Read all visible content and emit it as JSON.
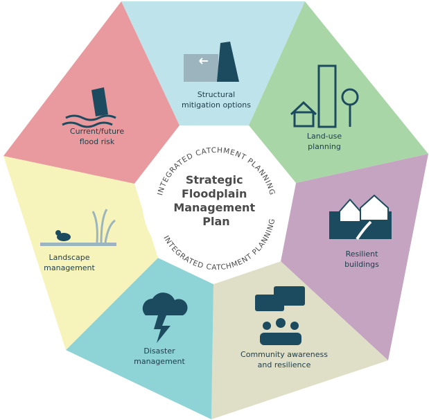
{
  "center": {
    "title_lines": [
      "Strategic",
      "Floodplain",
      "Management",
      "Plan"
    ],
    "ring_text_top": "INTEGRATED CATCHMENT PLANNING",
    "ring_text_bottom": "INTEGRATED CATCHMENT PLANNING"
  },
  "sectors": [
    {
      "label_lines": [
        "Structural",
        "mitigation options"
      ],
      "color": "#bfe3ea",
      "icon": "dam-icon"
    },
    {
      "label_lines": [
        "Land-use",
        "planning"
      ],
      "color": "#a9d6a6",
      "icon": "buildings-icon"
    },
    {
      "label_lines": [
        "Resilient",
        "buildings"
      ],
      "color": "#c5a4c1",
      "icon": "houses-icon"
    },
    {
      "label_lines": [
        "Community awareness",
        "and resilience"
      ],
      "color": "#dfdfc7",
      "icon": "community-icon"
    },
    {
      "label_lines": [
        "Disaster",
        "management"
      ],
      "color": "#8ed3d6",
      "icon": "storm-icon"
    },
    {
      "label_lines": [
        "Landscape",
        "management"
      ],
      "color": "#f7f4bb",
      "icon": "wetland-bird-icon"
    },
    {
      "label_lines": [
        "Current/future",
        "flood risk"
      ],
      "color": "#e99a9e",
      "icon": "flood-icon"
    }
  ],
  "icon_color": "#1c4a5e"
}
